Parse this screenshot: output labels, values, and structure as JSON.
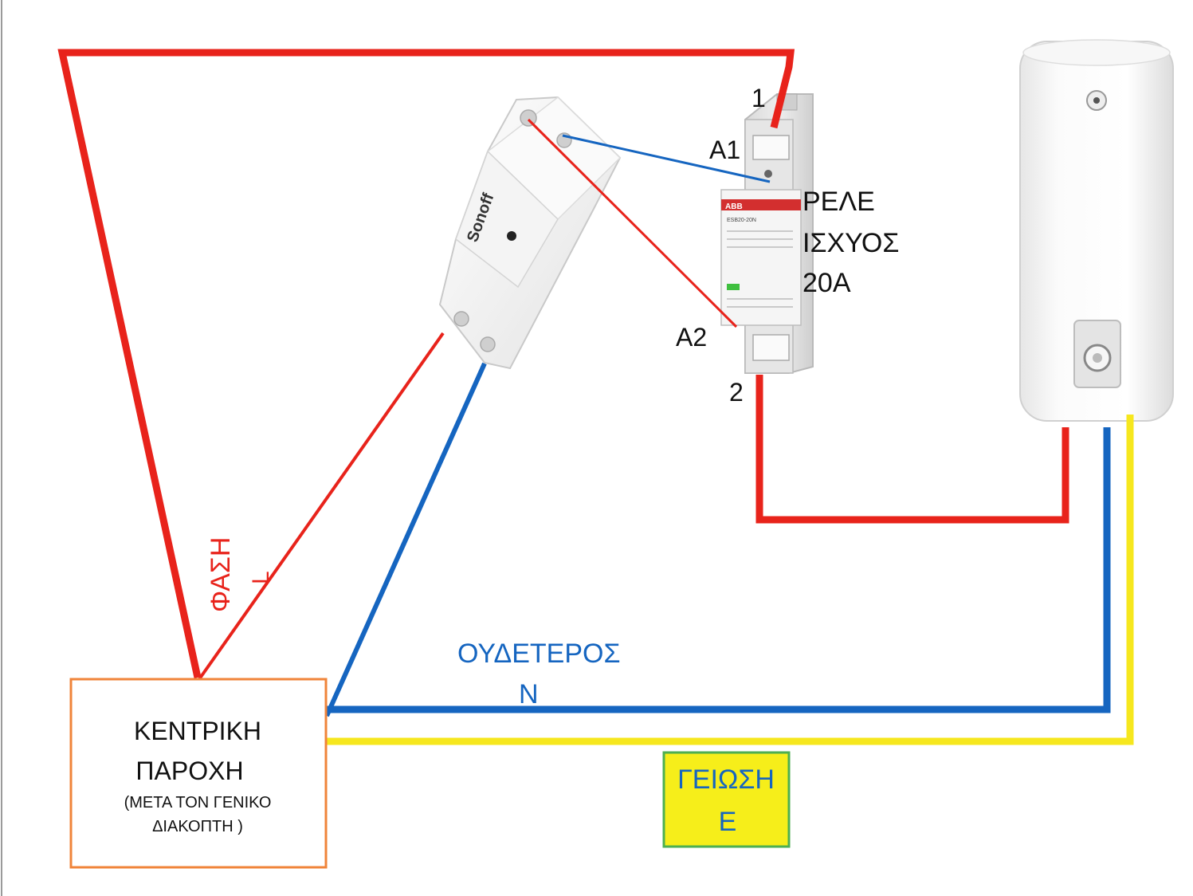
{
  "colors": {
    "phase": "#e8231b",
    "neutral": "#1565c0",
    "earth": "#f6e71e",
    "supply_border": "#f0843a",
    "earth_box_fill": "#f6ee1a",
    "earth_box_border": "#4caf50",
    "text_dark": "#111111",
    "phase_text": "#e8231b",
    "neutral_text": "#1565c0",
    "device_white": "#f3f3f3",
    "relay_grey": "#e4e4e4",
    "relay_label_red": "#d32f2f"
  },
  "terminals": {
    "t1": "1",
    "a1": "A1",
    "a2": "A2",
    "t2": "2"
  },
  "relay": {
    "line1": "ΡΕΛΕ",
    "line2": "ΙΣΧΥΟΣ",
    "line3": "20A",
    "brand": "ABB",
    "model": "ESB20-20N"
  },
  "sonoff": {
    "brand": "Sonoff"
  },
  "phase_label": {
    "word": "ΦΑΣΗ",
    "symbol": "L"
  },
  "neutral_label": {
    "word": "ΟΥΔΕΤΕΡΟΣ",
    "symbol": "N"
  },
  "earth_label": {
    "word": "ΓΕΙΩΣΗ",
    "symbol": "E"
  },
  "supply": {
    "line1": "ΚΕΝΤΡΙΚΗ",
    "line2": "ΠΑΡΟΧΗ",
    "line3": "(ΜΕΤΑ ΤΟΝ ΓΕΝΙΚΟ",
    "line4": "ΔΙΑΚΟΠΤΗ )"
  },
  "icons": {
    "boiler": "water-heater-icon",
    "sonoff": "smart-switch-icon",
    "relay": "contactor-relay-icon"
  }
}
